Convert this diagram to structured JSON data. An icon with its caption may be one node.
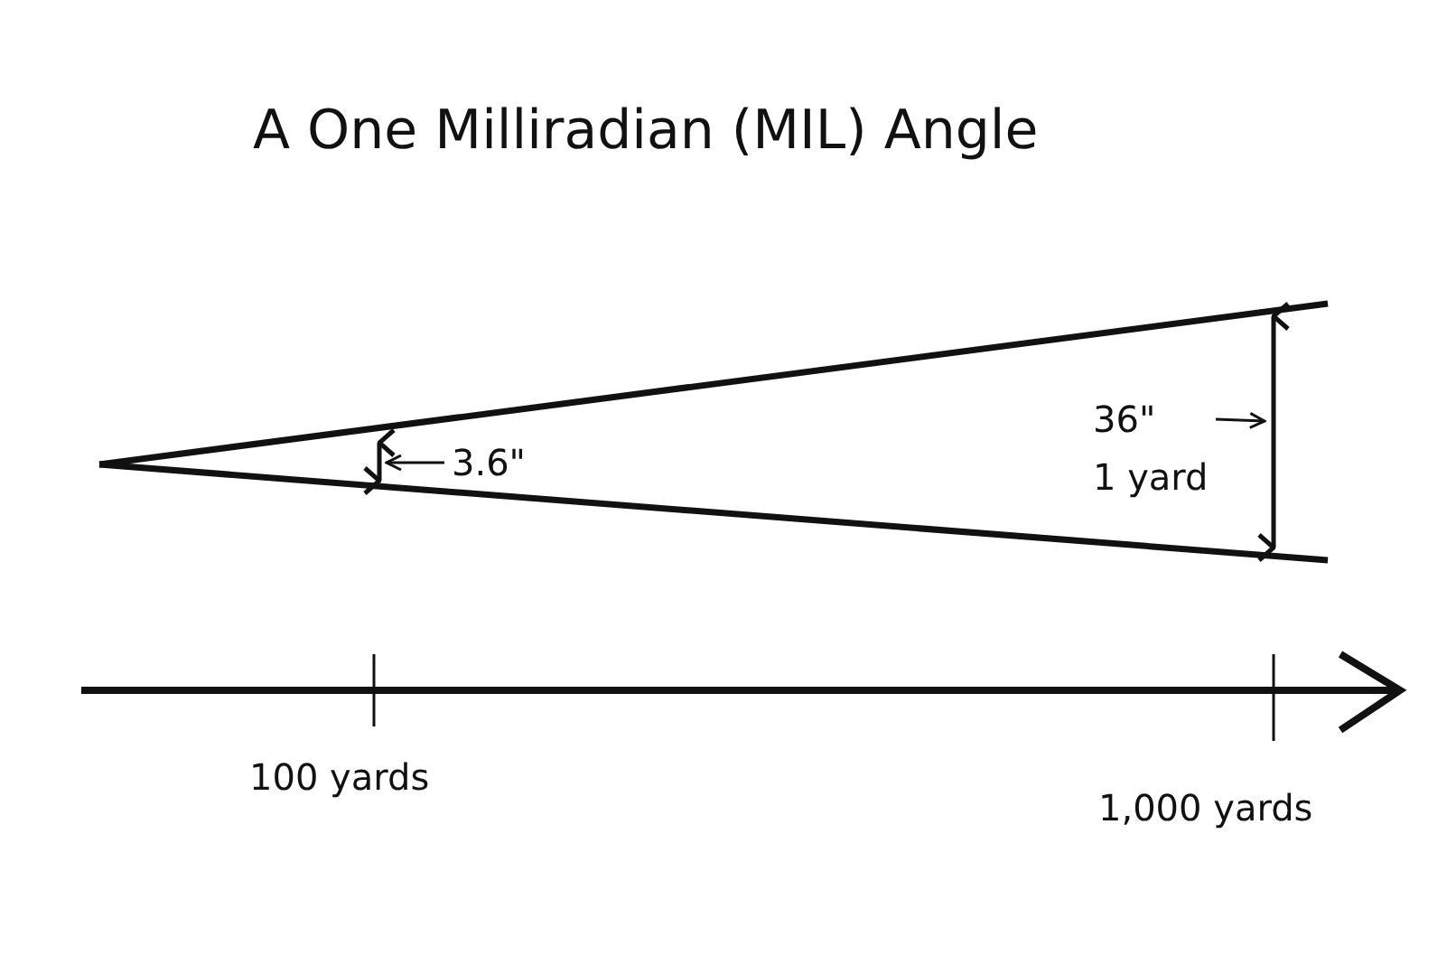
{
  "diagram": {
    "title": "A One Milliradian (MIL) Angle",
    "nodes": [
      {
        "text": [
          "3.6\""
        ]
      },
      {
        "text": [
          "36\"",
          "1 yard"
        ]
      }
    ],
    "edges": [
      {
        "from": 0,
        "to": null,
        "arrow": "to"
      },
      {
        "from": 1,
        "to": null,
        "arrow": "to"
      }
    ],
    "labels": [
      "100 yards",
      "1,000 yards"
    ]
  }
}
